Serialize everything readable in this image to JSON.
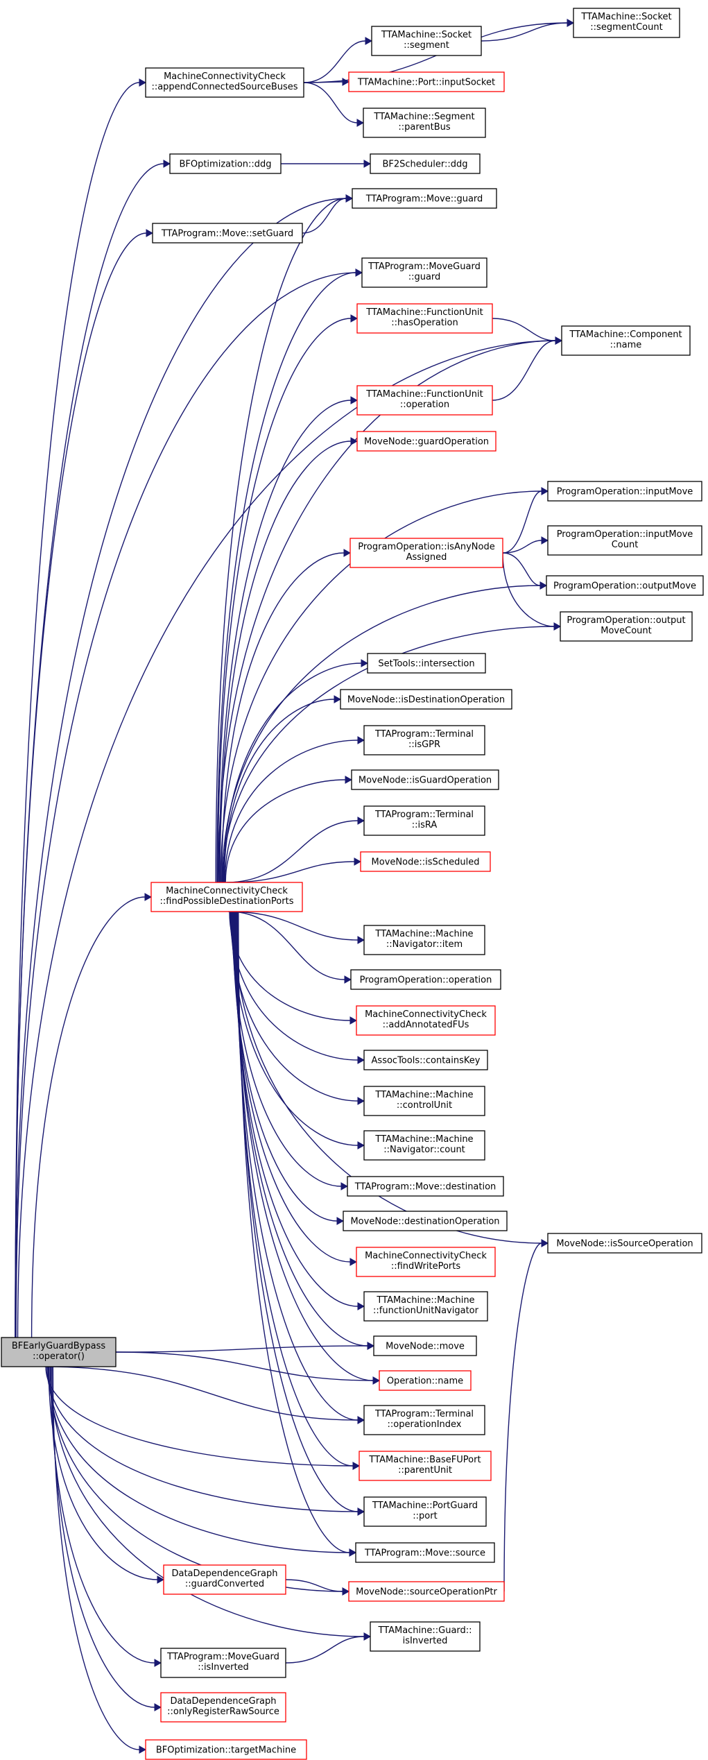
{
  "graph": {
    "title": "",
    "colors": {
      "edge": "#191970",
      "missing_border": "#ff0000",
      "normal_border": "#000000",
      "root_fill": "#bfbfbf"
    },
    "nodes": [
      {
        "id": "root",
        "lines": [
          "BFEarlyGuardBypass",
          "::operator()"
        ],
        "style": "root"
      },
      {
        "id": "mcc_append",
        "lines": [
          "MachineConnectivityCheck",
          "::appendConnectedSourceBuses"
        ],
        "style": "normal"
      },
      {
        "id": "socket_segcount",
        "lines": [
          "TTAMachine::Socket",
          "::segmentCount"
        ],
        "style": "normal"
      },
      {
        "id": "socket_segment",
        "lines": [
          "TTAMachine::Socket",
          "::segment"
        ],
        "style": "normal"
      },
      {
        "id": "port_inputsocket",
        "lines": [
          "TTAMachine::Port::inputSocket"
        ],
        "style": "red"
      },
      {
        "id": "segment_parentbus",
        "lines": [
          "TTAMachine::Segment",
          "::parentBus"
        ],
        "style": "normal"
      },
      {
        "id": "bfopt_ddg",
        "lines": [
          "BFOptimization::ddg"
        ],
        "style": "normal"
      },
      {
        "id": "bf2_ddg",
        "lines": [
          "BF2Scheduler::ddg"
        ],
        "style": "normal"
      },
      {
        "id": "move_guard",
        "lines": [
          "TTAProgram::Move::guard"
        ],
        "style": "normal"
      },
      {
        "id": "move_setguard",
        "lines": [
          "TTAProgram::Move::setGuard"
        ],
        "style": "normal"
      },
      {
        "id": "moveguard_guard",
        "lines": [
          "TTAProgram::MoveGuard",
          "::guard"
        ],
        "style": "normal"
      },
      {
        "id": "fu_hasop",
        "lines": [
          "TTAMachine::FunctionUnit",
          "::hasOperation"
        ],
        "style": "red"
      },
      {
        "id": "component_name",
        "lines": [
          "TTAMachine::Component",
          "::name"
        ],
        "style": "normal"
      },
      {
        "id": "fu_operation",
        "lines": [
          "TTAMachine::FunctionUnit",
          "::operation"
        ],
        "style": "red"
      },
      {
        "id": "mn_guardop",
        "lines": [
          "MoveNode::guardOperation"
        ],
        "style": "red"
      },
      {
        "id": "po_inputmove",
        "lines": [
          "ProgramOperation::inputMove"
        ],
        "style": "normal"
      },
      {
        "id": "po_isanynode",
        "lines": [
          "ProgramOperation::isAnyNode",
          "Assigned"
        ],
        "style": "red"
      },
      {
        "id": "po_inputmovecount",
        "lines": [
          "ProgramOperation::inputMove",
          "Count"
        ],
        "style": "normal"
      },
      {
        "id": "po_outputmove",
        "lines": [
          "ProgramOperation::outputMove"
        ],
        "style": "normal"
      },
      {
        "id": "po_outputmovecount",
        "lines": [
          "ProgramOperation::output",
          "MoveCount"
        ],
        "style": "normal"
      },
      {
        "id": "settools_intersection",
        "lines": [
          "SetTools::intersection"
        ],
        "style": "normal"
      },
      {
        "id": "mn_isdestop",
        "lines": [
          "MoveNode::isDestinationOperation"
        ],
        "style": "normal"
      },
      {
        "id": "term_isgpr",
        "lines": [
          "TTAProgram::Terminal",
          "::isGPR"
        ],
        "style": "normal"
      },
      {
        "id": "mn_isguardop",
        "lines": [
          "MoveNode::isGuardOperation"
        ],
        "style": "normal"
      },
      {
        "id": "term_isra",
        "lines": [
          "TTAProgram::Terminal",
          "::isRA"
        ],
        "style": "normal"
      },
      {
        "id": "mn_isscheduled",
        "lines": [
          "MoveNode::isScheduled"
        ],
        "style": "red"
      },
      {
        "id": "mcc_findpossible",
        "lines": [
          "MachineConnectivityCheck",
          "::findPossibleDestinationPorts"
        ],
        "style": "red"
      },
      {
        "id": "nav_item",
        "lines": [
          "TTAMachine::Machine",
          "::Navigator::item"
        ],
        "style": "normal"
      },
      {
        "id": "po_operation",
        "lines": [
          "ProgramOperation::operation"
        ],
        "style": "normal"
      },
      {
        "id": "mcc_addannotated",
        "lines": [
          "MachineConnectivityCheck",
          "::addAnnotatedFUs"
        ],
        "style": "red"
      },
      {
        "id": "assoc_containskey",
        "lines": [
          "AssocTools::containsKey"
        ],
        "style": "normal"
      },
      {
        "id": "machine_controlunit",
        "lines": [
          "TTAMachine::Machine",
          "::controlUnit"
        ],
        "style": "normal"
      },
      {
        "id": "nav_count",
        "lines": [
          "TTAMachine::Machine",
          "::Navigator::count"
        ],
        "style": "normal"
      },
      {
        "id": "move_destination",
        "lines": [
          "TTAProgram::Move::destination"
        ],
        "style": "normal"
      },
      {
        "id": "mn_destop",
        "lines": [
          "MoveNode::destinationOperation"
        ],
        "style": "normal"
      },
      {
        "id": "mcc_findwrite",
        "lines": [
          "MachineConnectivityCheck",
          "::findWritePorts"
        ],
        "style": "red"
      },
      {
        "id": "machine_funav",
        "lines": [
          "TTAMachine::Machine",
          "::functionUnitNavigator"
        ],
        "style": "normal"
      },
      {
        "id": "mn_issourceop",
        "lines": [
          "MoveNode::isSourceOperation"
        ],
        "style": "normal"
      },
      {
        "id": "mn_move",
        "lines": [
          "MoveNode::move"
        ],
        "style": "normal"
      },
      {
        "id": "operation_name",
        "lines": [
          "Operation::name"
        ],
        "style": "red"
      },
      {
        "id": "term_opindex",
        "lines": [
          "TTAProgram::Terminal",
          "::operationIndex"
        ],
        "style": "normal"
      },
      {
        "id": "basefu_parentunit",
        "lines": [
          "TTAMachine::BaseFUPort",
          "::parentUnit"
        ],
        "style": "red"
      },
      {
        "id": "portguard_port",
        "lines": [
          "TTAMachine::PortGuard",
          "::port"
        ],
        "style": "normal"
      },
      {
        "id": "move_source",
        "lines": [
          "TTAProgram::Move::source"
        ],
        "style": "normal"
      },
      {
        "id": "ddg_guardconv",
        "lines": [
          "DataDependenceGraph",
          "::guardConverted"
        ],
        "style": "red"
      },
      {
        "id": "mn_sourceopptr",
        "lines": [
          "MoveNode::sourceOperationPtr"
        ],
        "style": "red"
      },
      {
        "id": "guard_isinverted",
        "lines": [
          "TTAMachine::Guard::",
          "isInverted"
        ],
        "style": "normal"
      },
      {
        "id": "moveguard_isinverted",
        "lines": [
          "TTAProgram::MoveGuard",
          "::isInverted"
        ],
        "style": "normal"
      },
      {
        "id": "ddg_onlyreg",
        "lines": [
          "DataDependenceGraph",
          "::onlyRegisterRawSource"
        ],
        "style": "red"
      },
      {
        "id": "bfopt_targetmachine",
        "lines": [
          "BFOptimization::targetMachine"
        ],
        "style": "red"
      }
    ],
    "edges": [
      [
        "mcc_append",
        "socket_segcount"
      ],
      [
        "mcc_append",
        "socket_segment"
      ],
      [
        "mcc_append",
        "port_inputsocket"
      ],
      [
        "mcc_append",
        "segment_parentbus"
      ],
      [
        "socket_segment",
        "socket_segcount"
      ],
      [
        "bfopt_ddg",
        "bf2_ddg"
      ],
      [
        "move_setguard",
        "move_guard"
      ],
      [
        "fu_hasop",
        "component_name"
      ],
      [
        "fu_operation",
        "component_name"
      ],
      [
        "po_isanynode",
        "po_inputmove"
      ],
      [
        "po_isanynode",
        "po_inputmovecount"
      ],
      [
        "po_isanynode",
        "po_outputmove"
      ],
      [
        "po_isanynode",
        "po_outputmovecount"
      ],
      [
        "ddg_guardconv",
        "mn_sourceopptr"
      ],
      [
        "mn_sourceopptr",
        "mn_issourceop"
      ],
      [
        "moveguard_isinverted",
        "guard_isinverted"
      ],
      [
        "root",
        "mcc_append"
      ],
      [
        "root",
        "bfopt_ddg"
      ],
      [
        "root",
        "move_guard"
      ],
      [
        "root",
        "move_setguard"
      ],
      [
        "root",
        "moveguard_guard"
      ],
      [
        "root",
        "component_name"
      ],
      [
        "root",
        "mcc_findpossible"
      ],
      [
        "root",
        "mn_move"
      ],
      [
        "root",
        "operation_name"
      ],
      [
        "root",
        "term_opindex"
      ],
      [
        "root",
        "basefu_parentunit"
      ],
      [
        "root",
        "portguard_port"
      ],
      [
        "root",
        "move_source"
      ],
      [
        "root",
        "ddg_guardconv"
      ],
      [
        "root",
        "mn_sourceopptr"
      ],
      [
        "root",
        "guard_isinverted"
      ],
      [
        "root",
        "moveguard_isinverted"
      ],
      [
        "root",
        "ddg_onlyreg"
      ],
      [
        "root",
        "bfopt_targetmachine"
      ],
      [
        "mcc_findpossible",
        "move_guard"
      ],
      [
        "mcc_findpossible",
        "moveguard_guard"
      ],
      [
        "mcc_findpossible",
        "fu_hasop"
      ],
      [
        "mcc_findpossible",
        "component_name"
      ],
      [
        "mcc_findpossible",
        "fu_operation"
      ],
      [
        "mcc_findpossible",
        "mn_guardop"
      ],
      [
        "mcc_findpossible",
        "po_inputmove"
      ],
      [
        "mcc_findpossible",
        "po_isanynode"
      ],
      [
        "mcc_findpossible",
        "po_outputmove"
      ],
      [
        "mcc_findpossible",
        "po_outputmovecount"
      ],
      [
        "mcc_findpossible",
        "settools_intersection"
      ],
      [
        "mcc_findpossible",
        "mn_isdestop"
      ],
      [
        "mcc_findpossible",
        "term_isgpr"
      ],
      [
        "mcc_findpossible",
        "mn_isguardop"
      ],
      [
        "mcc_findpossible",
        "term_isra"
      ],
      [
        "mcc_findpossible",
        "mn_isscheduled"
      ],
      [
        "mcc_findpossible",
        "mn_issourceop"
      ],
      [
        "mcc_findpossible",
        "nav_item"
      ],
      [
        "mcc_findpossible",
        "po_operation"
      ],
      [
        "mcc_findpossible",
        "mcc_addannotated"
      ],
      [
        "mcc_findpossible",
        "assoc_containskey"
      ],
      [
        "mcc_findpossible",
        "machine_controlunit"
      ],
      [
        "mcc_findpossible",
        "nav_count"
      ],
      [
        "mcc_findpossible",
        "move_destination"
      ],
      [
        "mcc_findpossible",
        "mn_destop"
      ],
      [
        "mcc_findpossible",
        "mcc_findwrite"
      ],
      [
        "mcc_findpossible",
        "machine_funav"
      ],
      [
        "mcc_findpossible",
        "mn_move"
      ],
      [
        "mcc_findpossible",
        "operation_name"
      ],
      [
        "mcc_findpossible",
        "term_opindex"
      ],
      [
        "mcc_findpossible",
        "basefu_parentunit"
      ],
      [
        "mcc_findpossible",
        "portguard_port"
      ],
      [
        "mcc_findpossible",
        "move_source"
      ]
    ]
  }
}
